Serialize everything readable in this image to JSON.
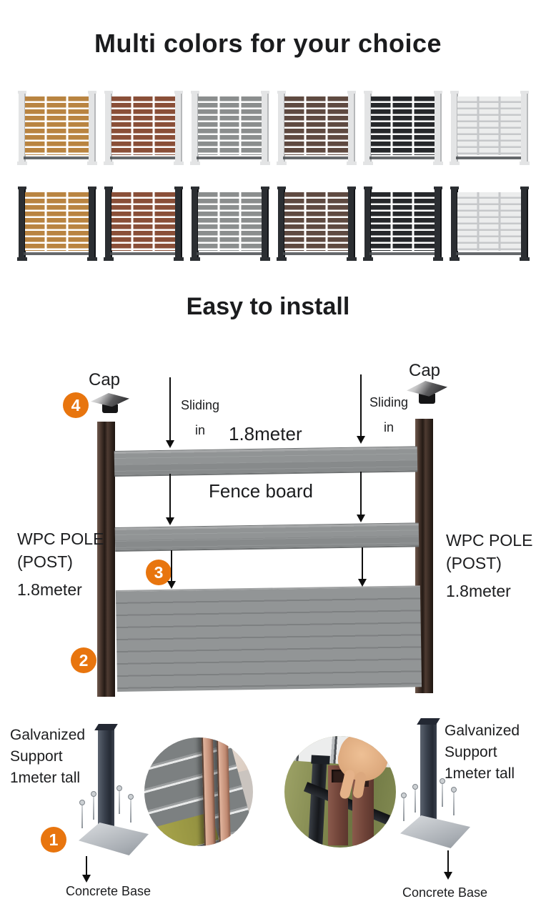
{
  "colors": {
    "title": "Multi colors for your choice",
    "panels": [
      {
        "name": "teak",
        "slat": "#b98441",
        "gap": "#ffffff"
      },
      {
        "name": "red-brown",
        "slat": "#8a4f38",
        "gap": "#ffffff"
      },
      {
        "name": "gray",
        "slat": "#8b8e8e",
        "gap": "#ffffff"
      },
      {
        "name": "dark-brown",
        "slat": "#5f4a41",
        "gap": "#ffffff"
      },
      {
        "name": "black",
        "slat": "#26282b",
        "gap": "#ffffff"
      },
      {
        "name": "white",
        "slat": "#eceded",
        "gap": "#c6c8ca"
      }
    ],
    "rows": [
      {
        "id": "light-posts",
        "post": "#e3e4e5",
        "post_edge": "#b6b8ba"
      },
      {
        "id": "dark-posts",
        "post": "#2b2e32",
        "post_edge": "#121417"
      }
    ]
  },
  "install": {
    "title": "Easy to install",
    "accent_color": "#e8750e",
    "board_color": "#919495",
    "pole_color": "#4a382f",
    "labels": {
      "cap": "Cap",
      "sliding_line1": "Sliding",
      "sliding_line2": "in",
      "panel_length": "1.8meter",
      "fence_board": "Fence board",
      "pole_line1": "WPC POLE",
      "pole_line2": "(POST)",
      "pole_line3": "1.8meter",
      "support_line1": "Galvanized",
      "support_line2": "Support",
      "support_line3": "1meter tall",
      "concrete_base": "Concrete Base"
    },
    "steps": {
      "s1": "1",
      "s2": "2",
      "s3": "3",
      "s4": "4"
    },
    "photos": [
      {
        "name": "closeup-boards-sliding-into-post-groove"
      },
      {
        "name": "closeup-hand-placing-wpc-post-over-steel-support"
      }
    ]
  }
}
